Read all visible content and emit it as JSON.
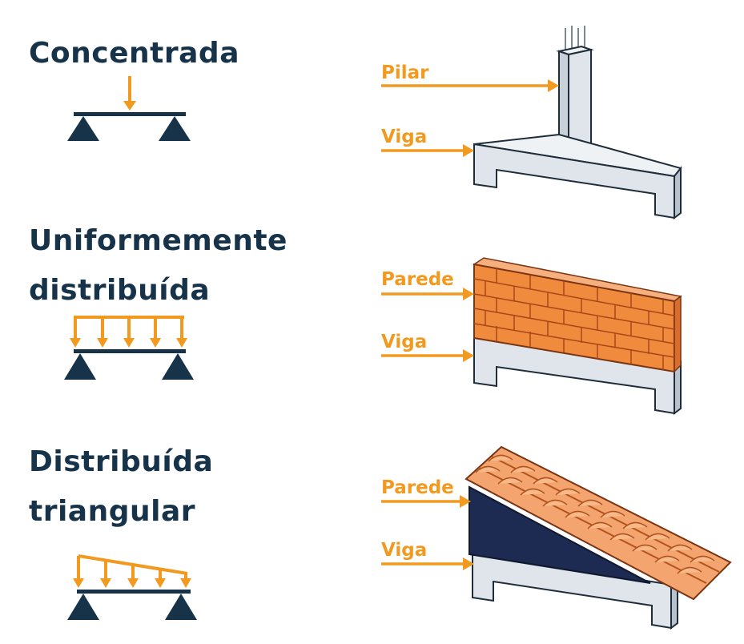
{
  "sections": [
    {
      "title_lines": [
        "Concentrada"
      ],
      "labels": [
        "Pilar",
        "Viga"
      ]
    },
    {
      "title_lines": [
        "Uniformemente",
        "distribuída"
      ],
      "labels": [
        "Parede",
        "Viga"
      ]
    },
    {
      "title_lines": [
        "Distribuída",
        "triangular"
      ],
      "labels": [
        "Parede",
        "Viga"
      ]
    }
  ],
  "colors": {
    "title": "#17334a",
    "load_arrow": "#f29a1f",
    "support": "#17334a",
    "concrete": "#dfe5ea",
    "brick": "#f08a3c",
    "roof_tile": "#f4a56f",
    "shadow_wall": "#1d2b52"
  }
}
